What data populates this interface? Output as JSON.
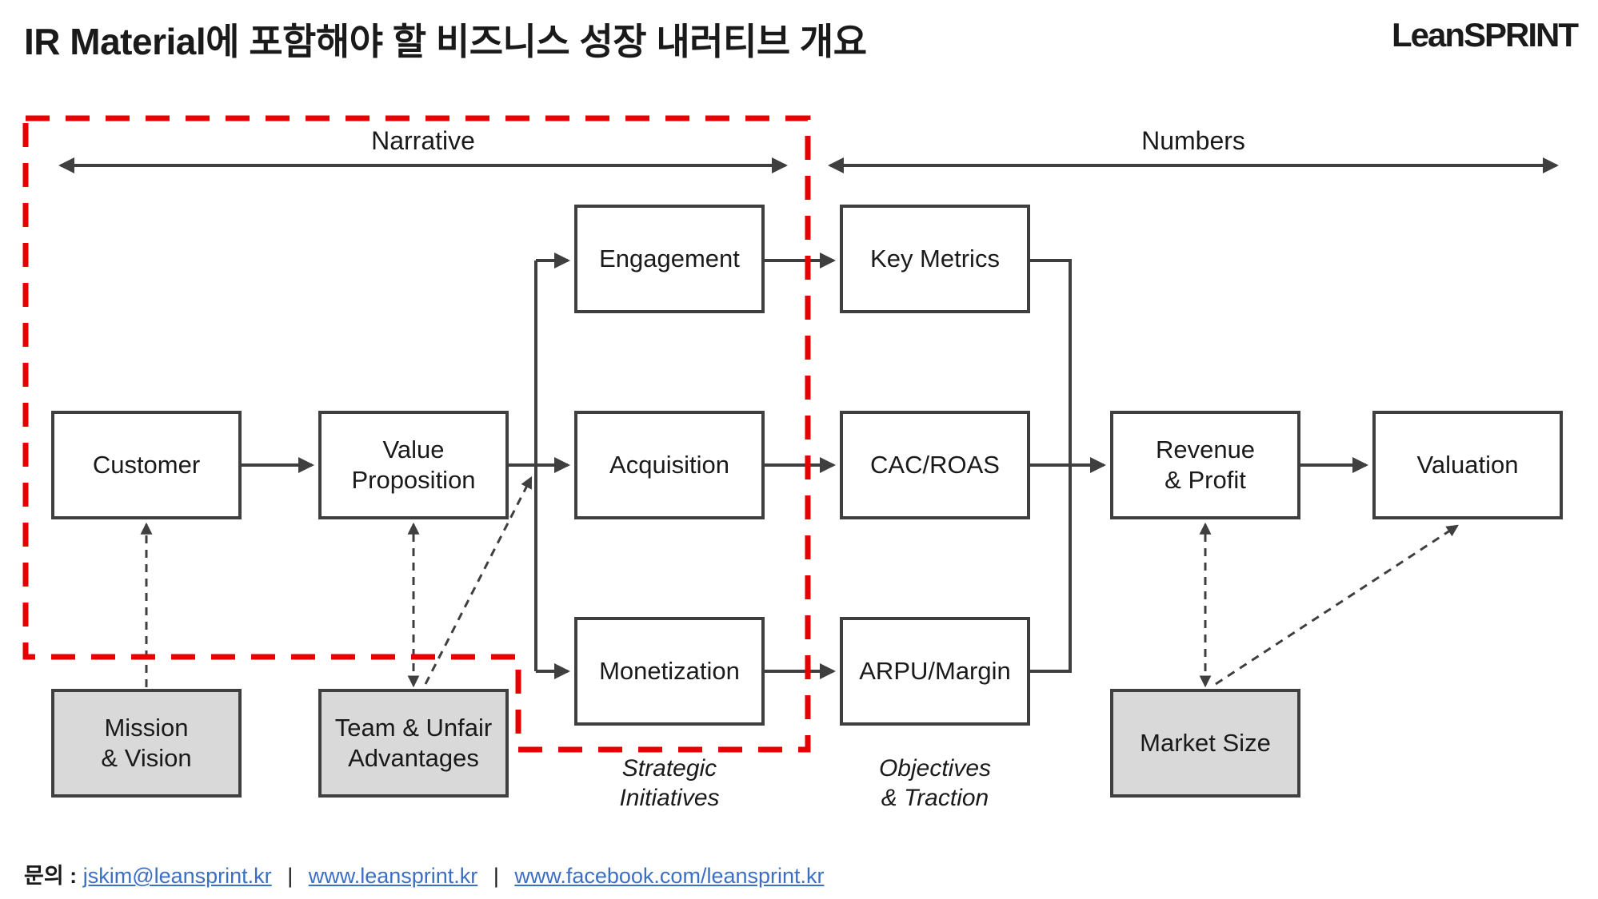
{
  "page": {
    "title": "IR Material에 포함해야 할 비즈니스 성장 내러티브 개요",
    "logo": "LeanSPRINT"
  },
  "regions": {
    "narrative": "Narrative",
    "numbers": "Numbers"
  },
  "nodes": {
    "customer": "Customer",
    "value_proposition": "Value\nProposition",
    "engagement": "Engagement",
    "acquisition": "Acquisition",
    "monetization": "Monetization",
    "key_metrics": "Key Metrics",
    "cac_roas": "CAC/ROAS",
    "arpu_margin": "ARPU/Margin",
    "revenue_profit": "Revenue\n& Profit",
    "valuation": "Valuation",
    "mission_vision": "Mission\n& Vision",
    "team_unfair": "Team & Unfair\nAdvantages",
    "market_size": "Market Size"
  },
  "annotations": {
    "strategic_initiatives": "Strategic\nInitiatives",
    "objectives_traction": "Objectives\n& Traction"
  },
  "footer": {
    "label": "문의 :",
    "links": [
      "jskim@leansprint.kr",
      "www.leansprint.kr",
      "www.facebook.com/leansprint.kr"
    ],
    "separator": "|"
  },
  "colors": {
    "outline_red": "#e80000",
    "line_dark": "#3f3f3f",
    "gray_fill": "#d9d9d9",
    "link_blue": "#3c6fc4"
  }
}
